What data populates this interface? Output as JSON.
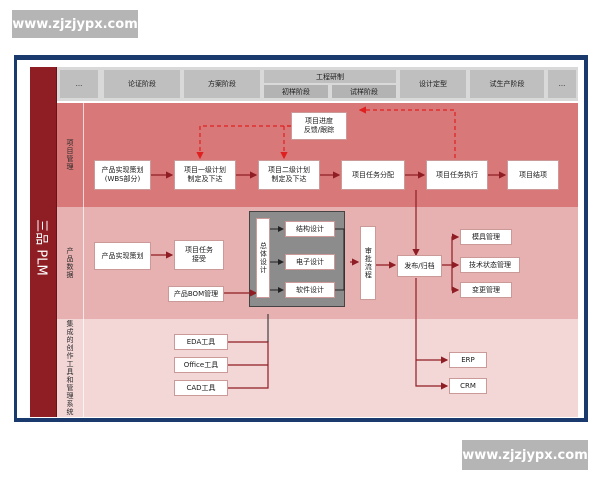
{
  "watermark": {
    "top": "www.zjzjypx.com",
    "bottom": "www.zjzjypx.com"
  },
  "plm_title": "三品 PLM",
  "stages": {
    "s0": "...",
    "s1": "论证阶段",
    "s2": "方案阶段",
    "s3": "工程研制",
    "s3a": "初样阶段",
    "s3b": "试样阶段",
    "s4": "设计定型",
    "s5": "试生产阶段",
    "s6": "..."
  },
  "rows": {
    "r1": "项目管理",
    "r2": "产品数据",
    "r3": "集成的创作工具和管理系统"
  },
  "boxes": {
    "progress": "项目进度\n反馈/跟踪",
    "plan_wbs": "产品实现策划\n(WBS部分)",
    "plan1": "项目一级计划\n制定及下达",
    "plan2": "项目二级计划\n制定及下达",
    "task_assign": "项目任务分配",
    "task_exec": "项目任务执行",
    "close": "项目结项",
    "plan_product": "产品实现策划",
    "task_accept": "项目任务\n接受",
    "bom": "产品BOM管理",
    "overall": "总体设计",
    "struct": "结构设计",
    "elec": "电子设计",
    "soft": "软件设计",
    "review": "审批流程",
    "release": "发布/归档",
    "mold": "模具管理",
    "tech_state": "技术状态管理",
    "change": "变更管理",
    "eda": "EDA工具",
    "office": "Office工具",
    "cad": "CAD工具",
    "erp": "ERP",
    "crm": "CRM"
  },
  "colors": {
    "frame": "#1a3a6e",
    "plm_bar": "#8f1d24",
    "row1": "#d87878",
    "row2": "#e8b1b1",
    "row3": "#f3d6d6",
    "header": "#d9d9d9",
    "arrow": "#8f1d24",
    "dashed": "#e02020"
  }
}
